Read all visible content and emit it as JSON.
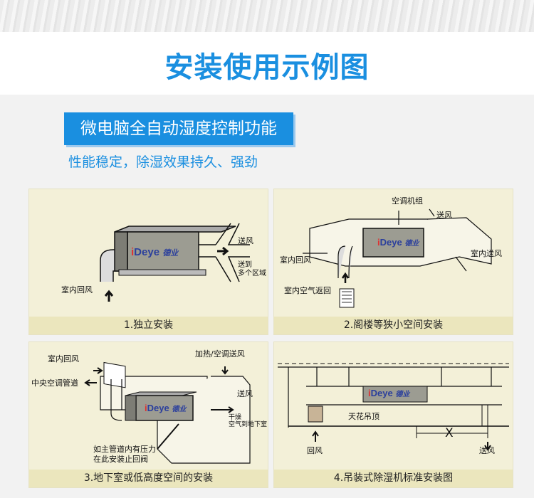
{
  "title": "安装使用示例图",
  "feature_label": "微电脑全自动湿度控制功能",
  "feature_sub": "性能稳定，除湿效果持久、强劲",
  "brand": {
    "letter": "i",
    "name": "Deye",
    "cn": "德业"
  },
  "panels": [
    {
      "caption": "1.独立安装",
      "labels": {
        "return": "室内回风",
        "supply": "送风",
        "multi1": "送到",
        "multi2": "多个区域"
      }
    },
    {
      "caption": "2.阁楼等狭小空间安装",
      "labels": {
        "ac": "空调机组",
        "supply": "送风",
        "return": "室内回风",
        "indoor_supply": "室内送风",
        "indoor_return": "室内空气返回"
      }
    },
    {
      "caption": "3.地下室或低高度空间的安装",
      "labels": {
        "return": "室内回风",
        "central": "中央空调管道",
        "heat": "加热/空调送风",
        "supply": "送风",
        "dry1": "干燥",
        "dry2": "空气到地下室",
        "valve1": "如主管道内有压力",
        "valve2": "在此安装止回阀"
      }
    },
    {
      "caption": "4.吊装式除湿机标准安装图",
      "labels": {
        "ceiling": "天花吊顶",
        "return": "回风",
        "supply": "送风",
        "x": "X"
      }
    }
  ]
}
